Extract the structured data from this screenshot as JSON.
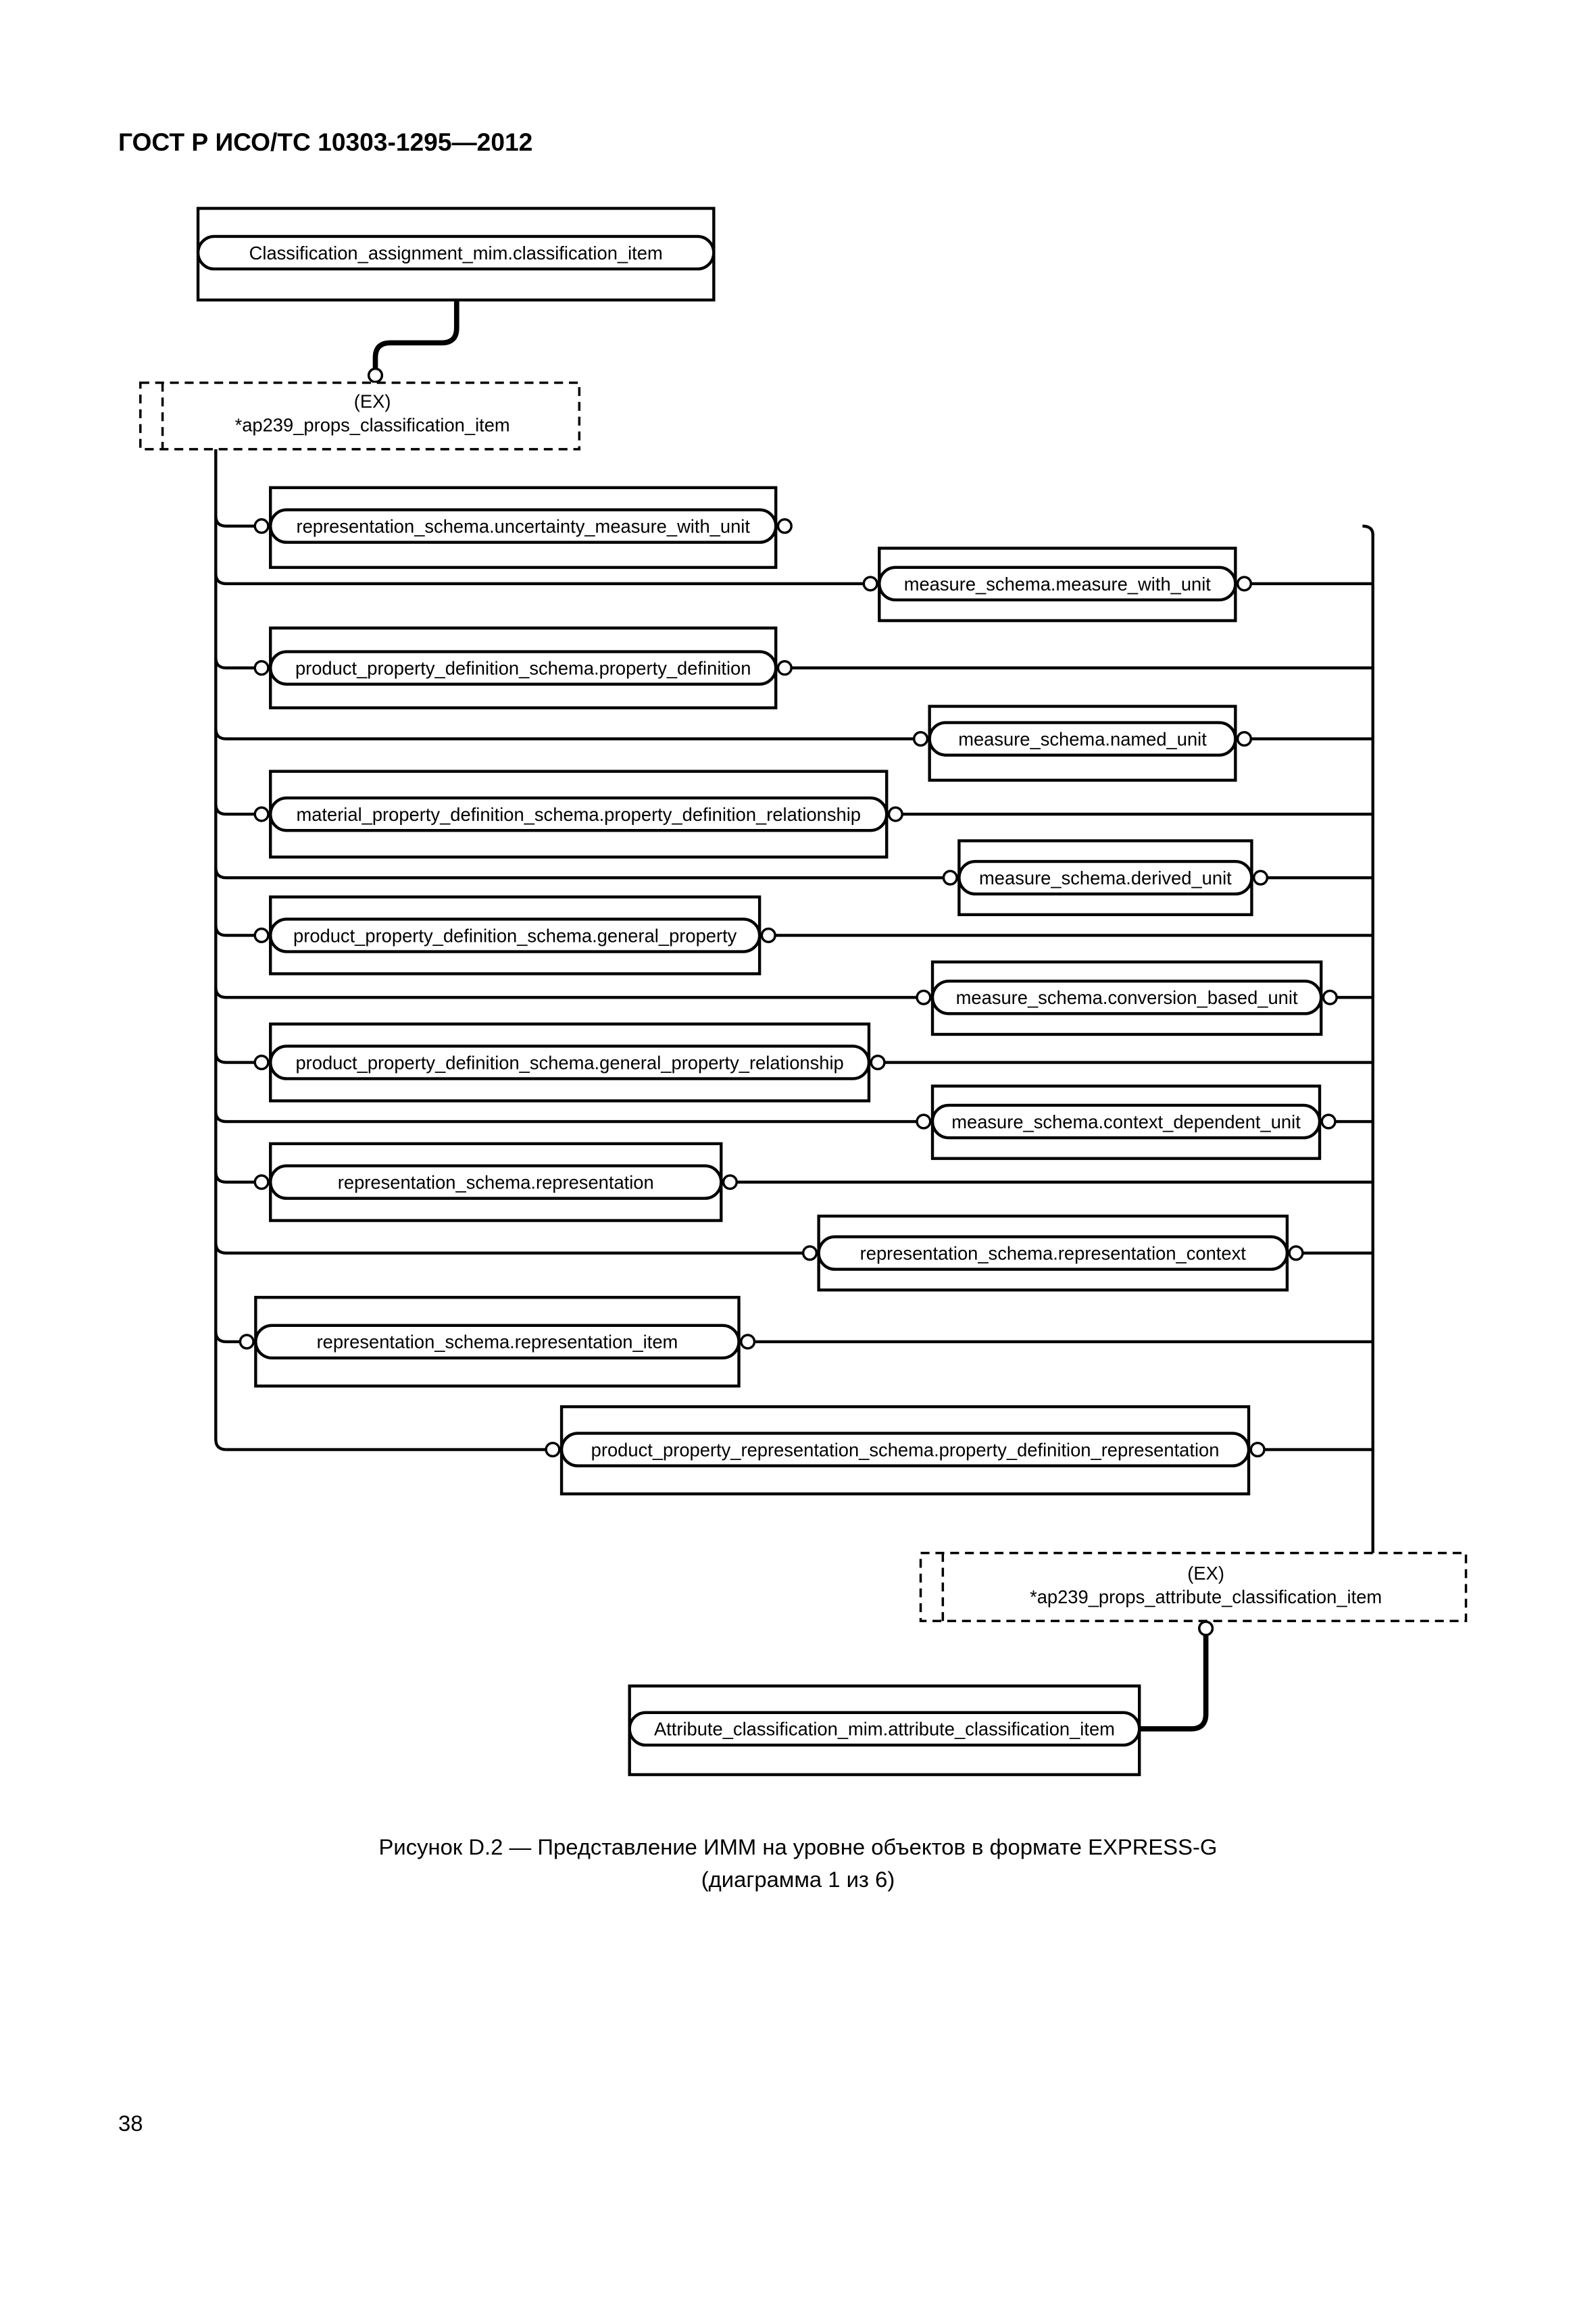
{
  "header": {
    "standard": "ГОСТ Р ИСО/ТС 10303-1295—2012"
  },
  "diagram": {
    "top_entity": "Classification_assignment_mim.classification_item",
    "ex_select_1": {
      "tag": "(EX)",
      "name": "*ap239_props_classification_item"
    },
    "items": [
      "representation_schema.uncertainty_measure_with_unit",
      "measure_schema.measure_with_unit",
      "product_property_definition_schema.property_definition",
      "measure_schema.named_unit",
      "material_property_definition_schema.property_definition_relationship",
      "measure_schema.derived_unit",
      "product_property_definition_schema.general_property",
      "measure_schema.conversion_based_unit",
      "product_property_definition_schema.general_property_relationship",
      "measure_schema.context_dependent_unit",
      "representation_schema.representation",
      "representation_schema.representation_context",
      "representation_schema.representation_item",
      "product_property_representation_schema.property_definition_representation"
    ],
    "ex_select_2": {
      "tag": "(EX)",
      "name": "*ap239_props_attribute_classification_item"
    },
    "bottom_entity": "Attribute_classification_mim.attribute_classification_item"
  },
  "caption": {
    "line1": "Рисунок D.2 — Представление ИММ на уровне объектов в формате EXPRESS-G",
    "line2": "(диаграмма 1 из 6)"
  },
  "page_number": "38"
}
